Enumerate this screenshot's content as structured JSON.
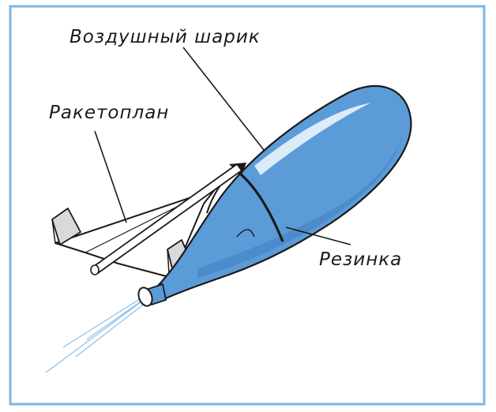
{
  "labels": {
    "balloon": "Воздушный шарик",
    "rocketplane": "Ракетоплан",
    "rubber": "Резинка"
  },
  "colors": {
    "balloon_fill": "#5b9bd8",
    "balloon_dark": "#3f7fc2",
    "highlight": "#eaf4fc",
    "outline": "#1a1a1a",
    "frame": "#7fb6e2",
    "jet": "#8ec3ea",
    "wing_fill": "#ffffff",
    "fin_fill": "#d9d9d9"
  }
}
